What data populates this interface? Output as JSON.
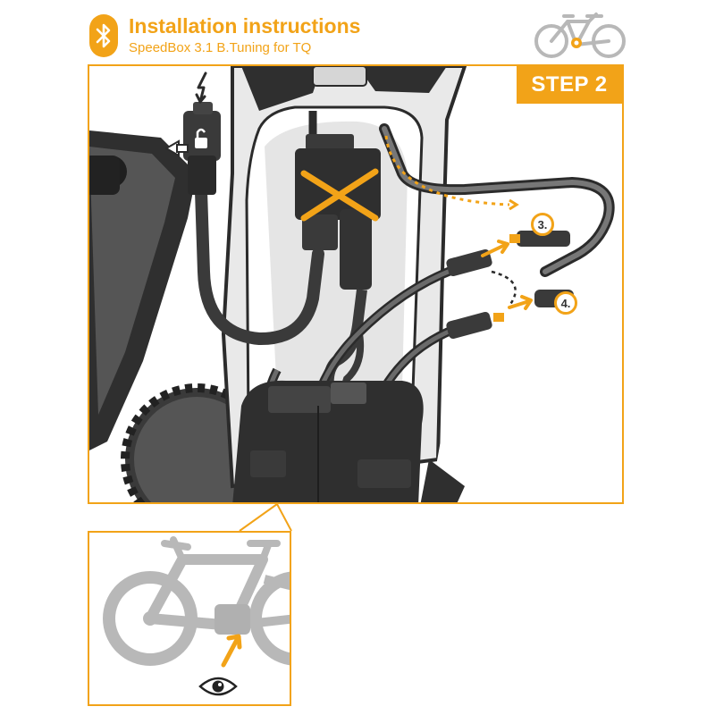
{
  "header": {
    "title": "Installation instructions",
    "subtitle": "SpeedBox 3.1 B.Tuning for TQ",
    "icon": "bluetooth-icon"
  },
  "step": {
    "label": "STEP 2"
  },
  "callouts": [
    {
      "label": "3."
    },
    {
      "label": "4."
    }
  ],
  "icons": {
    "power": "lightning-bolt-icon",
    "unlock": "unlock-icon",
    "eye": "eye-icon",
    "bike": "bike-icon"
  },
  "colors": {
    "accent": "#F2A318",
    "dark": "#2b2b2b",
    "cable": "#4a4a4a",
    "frame_light": "#e9e9e9",
    "bike_grey": "#b8b8b8"
  }
}
